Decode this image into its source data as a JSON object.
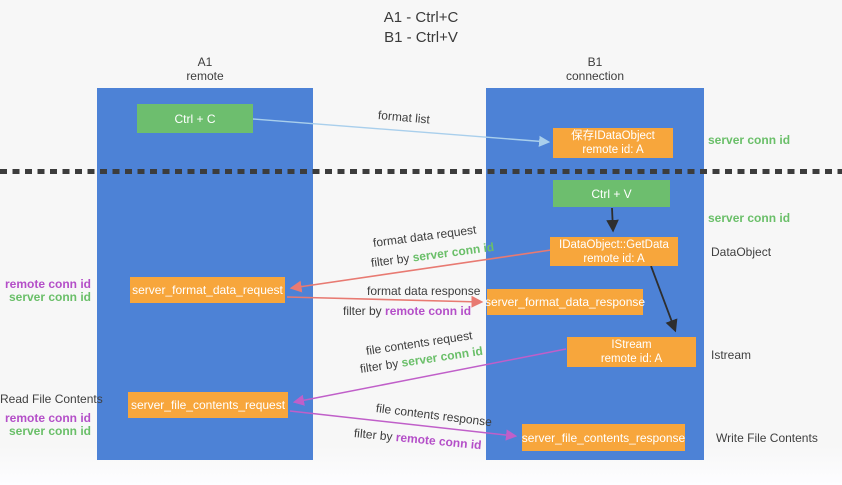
{
  "title": {
    "line1": "A1 - Ctrl+C",
    "line2": "B1 - Ctrl+V"
  },
  "lanes": {
    "left": {
      "name": "A1",
      "role": "remote"
    },
    "right": {
      "name": "B1",
      "role": "connection"
    }
  },
  "nodes": {
    "ctrl_c": {
      "label": "Ctrl + C"
    },
    "ctrl_v": {
      "label": "Ctrl + V"
    },
    "save_dataobject": {
      "line1": "保存IDataObject",
      "line2": "remote id: A"
    },
    "getdata": {
      "line1": "IDataObject::GetData",
      "line2": "remote id: A"
    },
    "istream": {
      "line1": "IStream",
      "line2": "remote id: A"
    },
    "format_request": {
      "label": "server_format_data_request"
    },
    "format_response": {
      "label": "server_format_data_response"
    },
    "file_request": {
      "label": "server_file_contents_request"
    },
    "file_response": {
      "label": "server_file_contents_response"
    }
  },
  "arrow_labels": {
    "format_list": "format list",
    "format_data_request": "format data request",
    "format_data_response": "format data response",
    "file_contents_request": "file contents request",
    "file_contents_response": "file contents response",
    "filter_by": "filter by"
  },
  "side_labels": {
    "server_conn_id": "server conn id",
    "remote_conn_id": "remote conn id",
    "dataobject": "DataObject",
    "istream": "Istream",
    "read_file_contents": "Read File Contents",
    "write_file_contents": "Write File Contents"
  },
  "colors": {
    "lane_blue": "#4d82d6",
    "node_green": "#6dbe6e",
    "node_orange": "#f7a63c",
    "arrow_red": "#e87a72",
    "arrow_purple": "#c05fc9",
    "arrow_blue": "#a9cfec",
    "arrow_black": "#2e2e2e",
    "conn_green_text": "#6abf69",
    "conn_purple_text": "#b44fc8"
  }
}
